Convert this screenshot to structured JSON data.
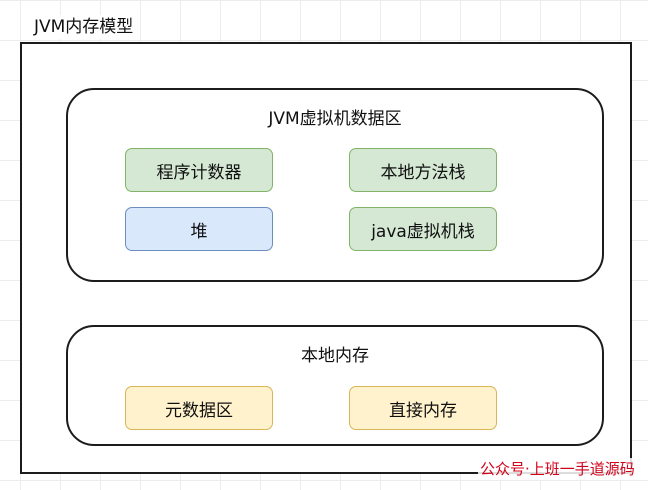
{
  "diagram": {
    "outer_title": "JVM内存模型",
    "jvm_region": {
      "title": "JVM虚拟机数据区",
      "boxes": [
        "程序计数器",
        "本地方法栈",
        "堆",
        "java虚拟机栈"
      ]
    },
    "native_region": {
      "title": "本地内存",
      "boxes": [
        "元数据区",
        "直接内存"
      ]
    },
    "colors": {
      "green_fill": "#d5e8d4",
      "green_border": "#82b366",
      "blue_fill": "#dae8fc",
      "blue_border": "#6c8ebf",
      "yellow_fill": "#fff2cc",
      "yellow_border": "#d6b656"
    }
  },
  "watermark": "公众号·上班一手道源码"
}
